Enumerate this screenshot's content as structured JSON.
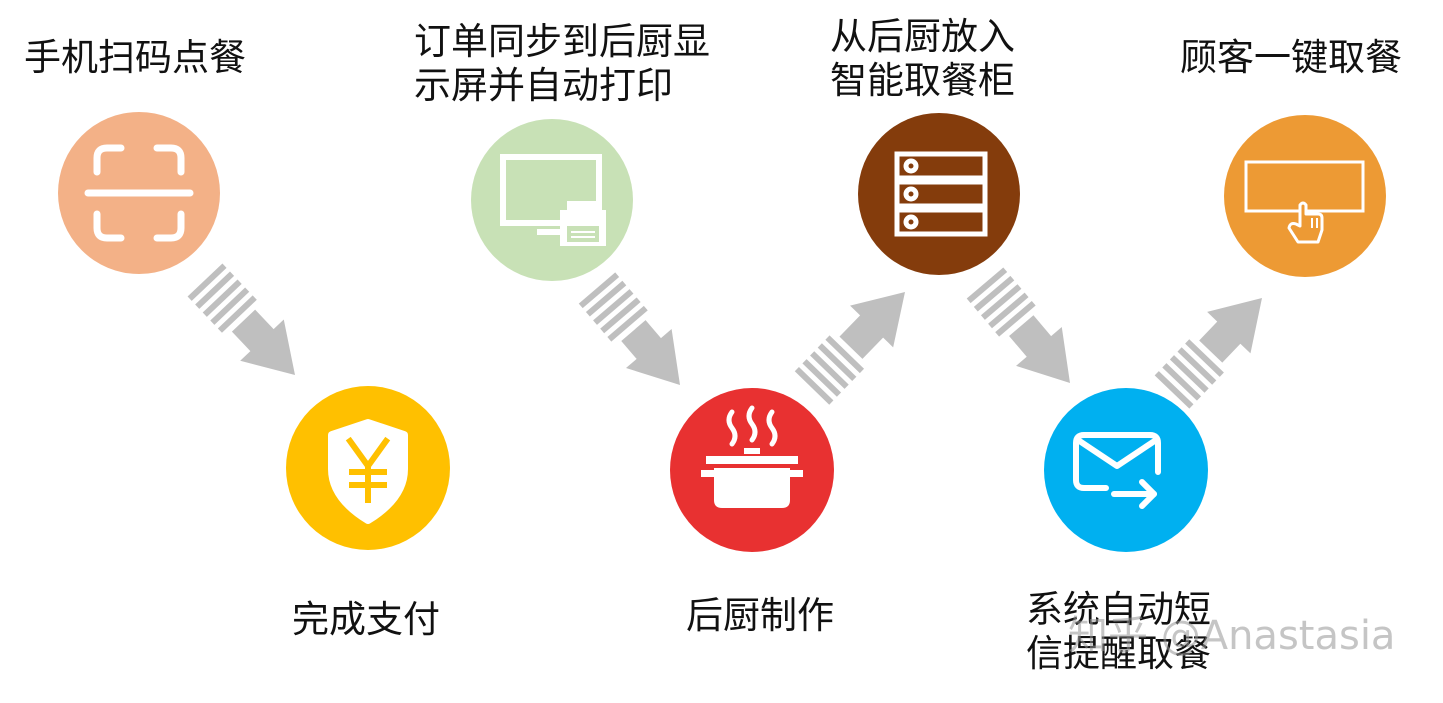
{
  "steps": [
    {
      "lines": [
        "手机扫码点餐"
      ],
      "icon": "qr-scan-icon",
      "color": "#F3B187"
    },
    {
      "lines": [
        "完成支付"
      ],
      "icon": "yen-shield-icon",
      "color": "#FFC000"
    },
    {
      "lines": [
        "订单同步到后厨显",
        "示屏并自动打印"
      ],
      "icon": "monitor-printer-icon",
      "color": "#C8E1B6"
    },
    {
      "lines": [
        "后厨制作"
      ],
      "icon": "cooking-pot-icon",
      "color": "#E83131"
    },
    {
      "lines": [
        "从后厨放入",
        "智能取餐柜"
      ],
      "icon": "cabinet-icon",
      "color": "#843C0C"
    },
    {
      "lines": [
        "系统自动短",
        "信提醒取餐"
      ],
      "icon": "mail-forward-icon",
      "color": "#00B0F0"
    },
    {
      "lines": [
        "顾客一键取餐"
      ],
      "icon": "touch-screen-icon",
      "color": "#ED9A34"
    }
  ],
  "arrow_color": "#BFBFBF",
  "watermark": "知乎 @Anastasia"
}
